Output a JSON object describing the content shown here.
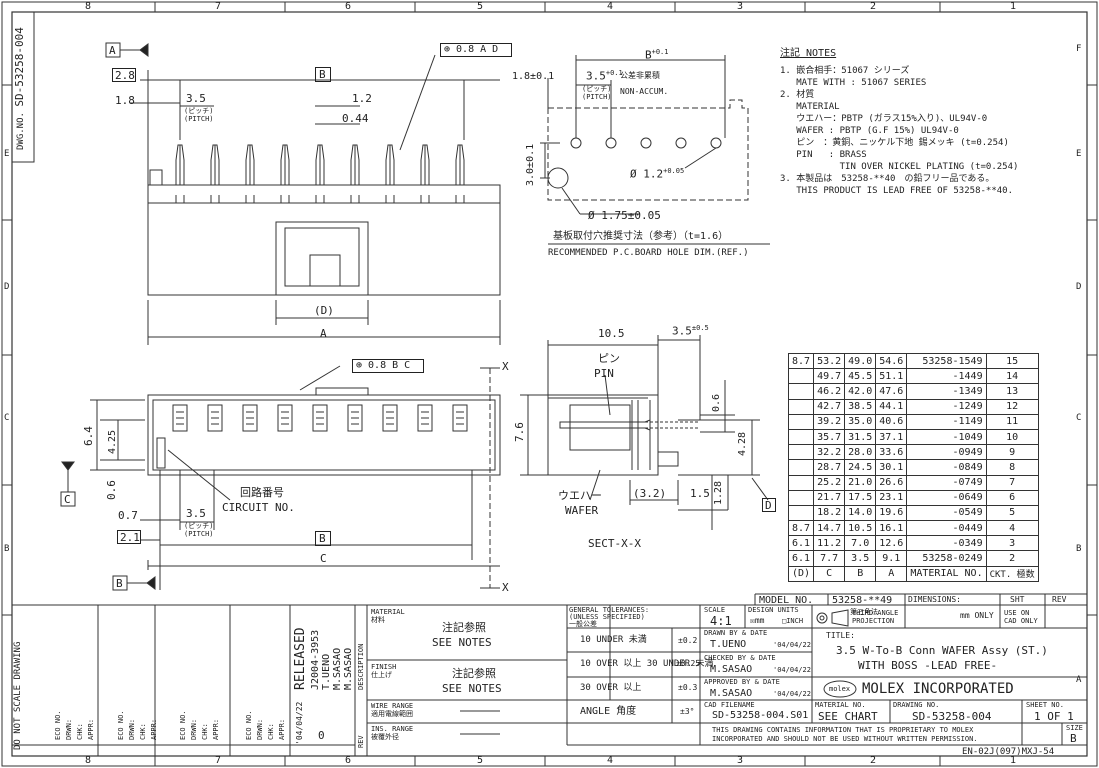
{
  "border": {
    "cols_top": [
      "8",
      "7",
      "6",
      "5",
      "4",
      "3",
      "2",
      "1"
    ],
    "rows_left": [
      "F",
      "E",
      "D",
      "C",
      "B",
      "A"
    ],
    "dwg_label": "DWG.NO.",
    "dwg_no": "SD-53258-004",
    "vertical_note": "DO NOT SCALE DRAWING"
  },
  "notes": {
    "title": "注記 NOTES",
    "lines": [
      "1. 嵌合相手：51067 シリーズ",
      "   MATE WITH : 51067 SERIES",
      "2. 材質",
      "   MATERIAL",
      "   ウエハー：PBTP (ガラス15%入り)、UL94V-0",
      "   WAFER : PBTP (G.F 15%) UL94V-0",
      "   ピン　：黄銅、ニッケル下地 錫メッキ (t=0.254)",
      "   PIN   : BRASS",
      "           TIN OVER NICKEL PLATING (t=0.254)",
      "3. 本製品は　53258-**40　の鉛フリー品である。",
      "   THIS PRODUCT IS LEAD FREE OF 53258-**40."
    ]
  },
  "front_view": {
    "datum_a": "A",
    "dim_2_8": "2.8",
    "dim_1_8": "1.8",
    "dim_3_5": "3.5",
    "pitch_jp": "(ピッチ)",
    "pitch_en": "(PITCH)",
    "dim_b": "B",
    "dim_1_2": "1.2",
    "dim_0_44": "0.44",
    "dim_d": "(D)",
    "dim_a": "A",
    "position_tol": "⊕ 0.8 A D"
  },
  "pcb_view": {
    "dim_b_tol": "B",
    "b_sup": "+0.1",
    "dim_1_8": "1.8±0.1",
    "dim_3_5": "3.5",
    "sup": "+0.1",
    "non_accum_jp": "公差非累積",
    "non_accum_en": "NON-ACCUM.",
    "pitch_jp": "(ピッチ)",
    "pitch_en": "(PITCH)",
    "dim_3_0": "3.0±0.1",
    "hole_small": "Ø 1.2",
    "hole_small_sup": "+0.05",
    "hole_big": "Ø 1.75±0.05",
    "caption_jp": "基板取付穴推奨寸法（参考）（t=1.6）",
    "caption_en": "RECOMMENDED P.C.BOARD HOLE DIM.(REF.)"
  },
  "top_view": {
    "position_tol": "⊕ 0.8 B C",
    "x_mark": "X",
    "dim_6_4": "6.4",
    "dim_4_25": "4.25",
    "dim_0_6": "0.6",
    "dim_0_7": "0.7",
    "dim_2_1": "2.1",
    "dim_3_5": "3.5",
    "pitch_jp": "(ピッチ)",
    "pitch_en": "(PITCH)",
    "circuit_jp": "回路番号",
    "circuit_en": "CIRCUIT NO.",
    "dim_b": "B",
    "dim_c": "C",
    "datum_c": "C",
    "datum_b": "B"
  },
  "section_view": {
    "dim_10_5": "10.5",
    "dim_3_5": "3.5",
    "sup": "±0.5",
    "pin_jp": "ピン",
    "pin_en": "PIN",
    "dim_0_6": "0.6",
    "dim_7_6": "7.6",
    "dim_4_28": "4.28",
    "dim_1_28": "1.28",
    "wafer_jp": "ウエハー",
    "wafer_en": "WAFER",
    "dim_3_2": "(3.2)",
    "dim_1_5": "1.5",
    "datum_d": "D",
    "caption": "SECT-X-X"
  },
  "material_table": {
    "rows": [
      [
        "8.7",
        "53.2",
        "49.0",
        "54.6",
        "53258-1549",
        "15"
      ],
      [
        "",
        "49.7",
        "45.5",
        "51.1",
        "-1449",
        "14"
      ],
      [
        "",
        "46.2",
        "42.0",
        "47.6",
        "-1349",
        "13"
      ],
      [
        "",
        "42.7",
        "38.5",
        "44.1",
        "-1249",
        "12"
      ],
      [
        "",
        "39.2",
        "35.0",
        "40.6",
        "-1149",
        "11"
      ],
      [
        "",
        "35.7",
        "31.5",
        "37.1",
        "-1049",
        "10"
      ],
      [
        "",
        "32.2",
        "28.0",
        "33.6",
        "-0949",
        "9"
      ],
      [
        "",
        "28.7",
        "24.5",
        "30.1",
        "-0849",
        "8"
      ],
      [
        "",
        "25.2",
        "21.0",
        "26.6",
        "-0749",
        "7"
      ],
      [
        "",
        "21.7",
        "17.5",
        "23.1",
        "-0649",
        "6"
      ],
      [
        "",
        "18.2",
        "14.0",
        "19.6",
        "-0549",
        "5"
      ],
      [
        "8.7",
        "14.7",
        "10.5",
        "16.1",
        "-0449",
        "4"
      ],
      [
        "6.1",
        "11.2",
        "7.0",
        "12.6",
        "-0349",
        "3"
      ],
      [
        "6.1",
        "7.7",
        "3.5",
        "9.1",
        "53258-0249",
        "2"
      ]
    ],
    "header": [
      "(D)",
      "C",
      "B",
      "A",
      "MATERIAL NO.",
      "CKT. 極数"
    ]
  },
  "title_block": {
    "model_no_label": "MODEL NO.",
    "model_no": "53258-**49",
    "dimensions_label": "DIMENSIONS:",
    "sht_label": "SHT",
    "rev_label": "REV",
    "material_label": "MATERIAL",
    "material_jp": "材料",
    "material_value_jp": "注記参照",
    "material_value_en": "SEE NOTES",
    "finish_label": "FINISH",
    "finish_jp": "仕上げ",
    "finish_value_jp": "注記参照",
    "finish_value_en": "SEE NOTES",
    "wire_range_label": "WIRE RANGE",
    "wire_range_jp": "適用電線範囲",
    "ins_range_label": "INS. RANGE",
    "ins_range_jp": "被覆外径",
    "gen_tol_label": "GENERAL TOLERANCES:",
    "gen_tol_sub": "(UNLESS SPECIFIED)",
    "gen_tol_jp": "一般公差",
    "tol_rows": [
      {
        "label": "10 UNDER 未満",
        "value": "±0.2"
      },
      {
        "label": "10 OVER 以上  30 UNDER 未満",
        "value": "±0.25"
      },
      {
        "label": "30 OVER 以上",
        "value": "±0.3"
      },
      {
        "label": "ANGLE 角度",
        "value": "±3°"
      }
    ],
    "scale_label": "SCALE",
    "scale_value": "4:1",
    "design_units_label": "DESIGN UNITS",
    "units_mm": "mm",
    "units_inch": "INCH",
    "third_angle": "THIRD ANGLE PROJECTION",
    "third_angle_jp": "第三角法",
    "mm_only": "mm ONLY",
    "use_cad": "USE ON CAD ONLY",
    "drawn_label": "DRAWN BY & DATE",
    "drawn_by": "T.UENO",
    "drawn_date": "'04/04/22",
    "checked_label": "CHECKED BY & DATE",
    "checked_by": "M.SASAO",
    "checked_date": "'04/04/22",
    "approved_label": "APPROVED BY & DATE",
    "approved_by": "M.SASAO",
    "approved_date": "'04/04/22",
    "title_label": "TITLE:",
    "title_line1": "3.5 W-To-B Conn WAFER Assy (ST.)",
    "title_line2": "WITH BOSS    -LEAD FREE-",
    "company": "MOLEX INCORPORATED",
    "logo": "molex",
    "cad_filename_label": "CAD FILENAME",
    "cad_filename": "SD-53258-004.S01",
    "material_no_label": "MATERIAL NO.",
    "material_no": "SEE CHART",
    "drawing_no_label": "DRAWING NO.",
    "drawing_no": "SD-53258-004",
    "sheet_no_label": "SHEET NO.",
    "sheet_no": "1 OF 1",
    "size_label": "SIZE",
    "size": "B",
    "proprietary_1": "THIS DRAWING CONTAINS INFORMATION THAT IS PROPRIETARY TO MOLEX",
    "proprietary_2": "INCORPORATED AND SHOULD NOT BE USED WITHOUT WRITTEN PERMISSION.",
    "form_no": "EN-02J(097)MXJ-54",
    "released": "RELEASED",
    "released_date": "'04/04/22",
    "ecn_no": "J2004-3953",
    "released_drwn": "T.UENO",
    "released_chk": "M.SASAO",
    "released_appr": "M.SASAO",
    "rev_label_block": "REV",
    "description_label": "DESCRIPTION",
    "rev_symbol": "0",
    "revision_block_labels": [
      "ECO NO.",
      "DRWN:",
      "CHK:",
      "APPR:"
    ]
  }
}
